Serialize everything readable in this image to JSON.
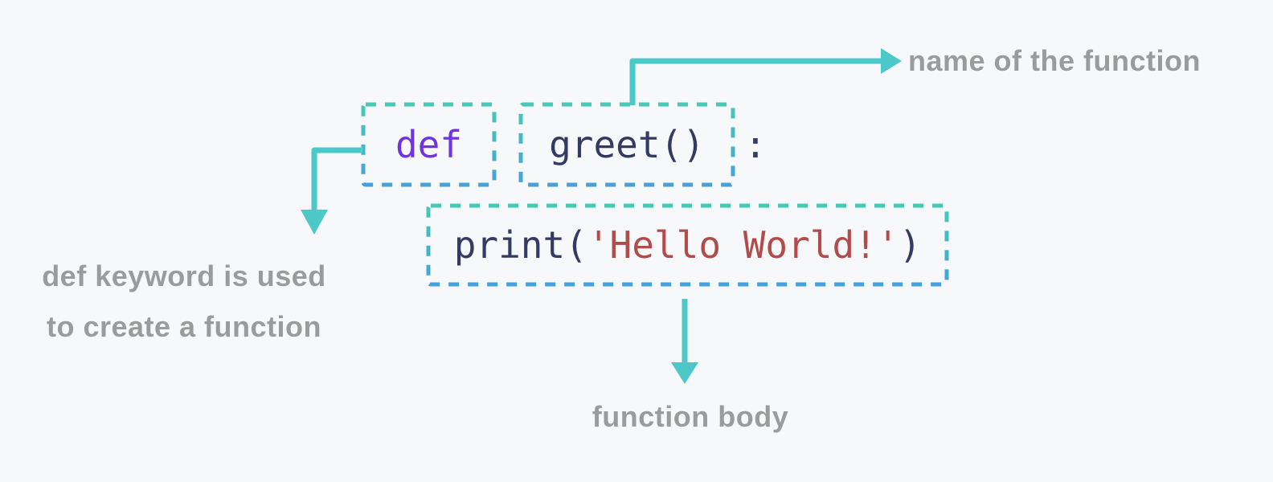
{
  "diagram_title": "python function definition anatomy",
  "background": "#f6f8fa",
  "colors": {
    "background": "#f6f8fa",
    "accent_teal": "#4cc8c8",
    "box_gradient_top": "#47c9b6",
    "box_gradient_bottom": "#44a1dc",
    "keyword_purple": "#7133e2",
    "code_navy": "#343a64",
    "string_red": "#b24c4b",
    "label_gray": "#9b9b9b"
  },
  "code": {
    "def_keyword": "def",
    "function_name": "greet()",
    "colon": ":",
    "print_open": "print(",
    "print_string": "'Hello World!'",
    "print_close": ")"
  },
  "annotations": {
    "name_label": "name of the function",
    "def_label_line1": "def keyword is used",
    "def_label_line2": "to create a function",
    "body_label": "function body"
  }
}
